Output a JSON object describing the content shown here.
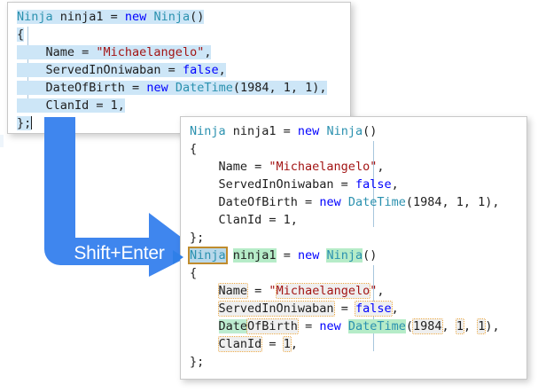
{
  "scene": {
    "title": "Visual Studio snippet duplication demo",
    "shortcut_label": "Shift+Enter",
    "accent_blue": "#2f7fe8",
    "selection_blue": "#cde6f7",
    "snippet_green": "#b6ecc8",
    "snippet_field_outline": "#e8a33d",
    "snippet_active_outline": "#c08c2e"
  },
  "panel_before": {
    "name": "code-editor-before",
    "lines": [
      {
        "id": "b1",
        "tokens": [
          {
            "text": "Ninja",
            "style": "type"
          },
          {
            "text": " ninja1 = ",
            "style": "plain"
          },
          {
            "text": "new",
            "style": "kw"
          },
          {
            "text": " ",
            "style": "plain"
          },
          {
            "text": "Ninja",
            "style": "type"
          },
          {
            "text": "()",
            "style": "punc"
          }
        ]
      },
      {
        "id": "b2",
        "tokens": [
          {
            "text": "{",
            "style": "punc"
          }
        ]
      },
      {
        "id": "b3",
        "tokens": [
          {
            "text": "    Name = ",
            "style": "plain"
          },
          {
            "text": "\"Michaelangelo\"",
            "style": "str"
          },
          {
            "text": ",",
            "style": "punc"
          }
        ]
      },
      {
        "id": "b4",
        "tokens": [
          {
            "text": "    ServedInOniwaban = ",
            "style": "plain"
          },
          {
            "text": "false",
            "style": "kw"
          },
          {
            "text": ",",
            "style": "punc"
          }
        ]
      },
      {
        "id": "b5",
        "tokens": [
          {
            "text": "    DateOfBirth = ",
            "style": "plain"
          },
          {
            "text": "new",
            "style": "kw"
          },
          {
            "text": " ",
            "style": "plain"
          },
          {
            "text": "DateTime",
            "style": "type"
          },
          {
            "text": "(1984, 1, 1),",
            "style": "punc"
          }
        ]
      },
      {
        "id": "b6",
        "tokens": [
          {
            "text": "    ClanId = 1,",
            "style": "plain"
          }
        ]
      },
      {
        "id": "b7",
        "tokens": [
          {
            "text": "};",
            "style": "punc"
          }
        ]
      }
    ]
  },
  "panel_after": {
    "name": "code-editor-after",
    "original_lines": [
      {
        "id": "a1",
        "tokens": [
          {
            "text": "Ninja",
            "style": "type"
          },
          {
            "text": " ninja1 = ",
            "style": "plain"
          },
          {
            "text": "new",
            "style": "kw"
          },
          {
            "text": " ",
            "style": "plain"
          },
          {
            "text": "Ninja",
            "style": "type"
          },
          {
            "text": "()",
            "style": "punc"
          }
        ]
      },
      {
        "id": "a2",
        "tokens": [
          {
            "text": "{",
            "style": "punc"
          }
        ]
      },
      {
        "id": "a3",
        "tokens": [
          {
            "text": "    Name = ",
            "style": "plain"
          },
          {
            "text": "\"Michaelangelo\"",
            "style": "str"
          },
          {
            "text": ",",
            "style": "punc"
          }
        ]
      },
      {
        "id": "a4",
        "tokens": [
          {
            "text": "    ServedInOniwaban = ",
            "style": "plain"
          },
          {
            "text": "false",
            "style": "kw"
          },
          {
            "text": ",",
            "style": "punc"
          }
        ]
      },
      {
        "id": "a5",
        "tokens": [
          {
            "text": "    DateOfBirth = ",
            "style": "plain"
          },
          {
            "text": "new",
            "style": "kw"
          },
          {
            "text": " ",
            "style": "plain"
          },
          {
            "text": "DateTime",
            "style": "type"
          },
          {
            "text": "(1984, 1, 1),",
            "style": "punc"
          }
        ]
      },
      {
        "id": "a6",
        "tokens": [
          {
            "text": "    ClanId = 1,",
            "style": "plain"
          }
        ]
      },
      {
        "id": "a7",
        "tokens": [
          {
            "text": "};",
            "style": "punc"
          }
        ]
      }
    ],
    "duplicate_lines": [
      {
        "id": "d1",
        "tokens": [
          {
            "text": "Ninja",
            "style": "type",
            "hl": "active-field"
          },
          {
            "text": " ",
            "style": "plain"
          },
          {
            "text": "ninja1",
            "style": "plain",
            "hl": "green"
          },
          {
            "text": " = ",
            "style": "plain"
          },
          {
            "text": "new",
            "style": "kw"
          },
          {
            "text": " ",
            "style": "plain"
          },
          {
            "text": "Ninja",
            "style": "type",
            "hl": "green"
          },
          {
            "text": "()",
            "style": "punc"
          }
        ]
      },
      {
        "id": "d2",
        "tokens": [
          {
            "text": "{",
            "style": "punc"
          }
        ]
      },
      {
        "id": "d3",
        "tokens": [
          {
            "text": "    ",
            "style": "plain"
          },
          {
            "text": "Name",
            "style": "plain",
            "hl": "field"
          },
          {
            "text": " = ",
            "style": "plain"
          },
          {
            "text": "\"",
            "style": "str"
          },
          {
            "text": "Michaelangelo",
            "style": "str",
            "hl": "field"
          },
          {
            "text": "\"",
            "style": "str"
          },
          {
            "text": ",",
            "style": "punc"
          }
        ]
      },
      {
        "id": "d4",
        "tokens": [
          {
            "text": "    ",
            "style": "plain"
          },
          {
            "text": "ServedInOniwaban",
            "style": "plain",
            "hl": "field"
          },
          {
            "text": " = ",
            "style": "plain"
          },
          {
            "text": "false",
            "style": "kw",
            "hl": "field"
          },
          {
            "text": ",",
            "style": "punc"
          }
        ]
      },
      {
        "id": "d5",
        "tokens": [
          {
            "text": "    ",
            "style": "plain"
          },
          {
            "text": "Date",
            "style": "plain",
            "hl": "green-in-field"
          },
          {
            "text": "OfBirth",
            "style": "plain",
            "hl": "field-end"
          },
          {
            "text": " = ",
            "style": "plain"
          },
          {
            "text": "new",
            "style": "kw"
          },
          {
            "text": " ",
            "style": "plain"
          },
          {
            "text": "Date",
            "style": "type",
            "hl": "green"
          },
          {
            "text": "Time",
            "style": "type",
            "hl": "green"
          },
          {
            "text": "(",
            "style": "punc"
          },
          {
            "text": "1984",
            "style": "num",
            "hl": "field"
          },
          {
            "text": ", ",
            "style": "punc"
          },
          {
            "text": "1",
            "style": "num",
            "hl": "field"
          },
          {
            "text": ", ",
            "style": "punc"
          },
          {
            "text": "1",
            "style": "num",
            "hl": "field"
          },
          {
            "text": "),",
            "style": "punc"
          }
        ]
      },
      {
        "id": "d6",
        "tokens": [
          {
            "text": "    ",
            "style": "plain"
          },
          {
            "text": "ClanId",
            "style": "plain",
            "hl": "field"
          },
          {
            "text": " = ",
            "style": "plain"
          },
          {
            "text": "1",
            "style": "num",
            "hl": "field"
          },
          {
            "text": ",",
            "style": "punc"
          }
        ]
      },
      {
        "id": "d7",
        "tokens": [
          {
            "text": "};",
            "style": "punc"
          }
        ]
      }
    ]
  }
}
